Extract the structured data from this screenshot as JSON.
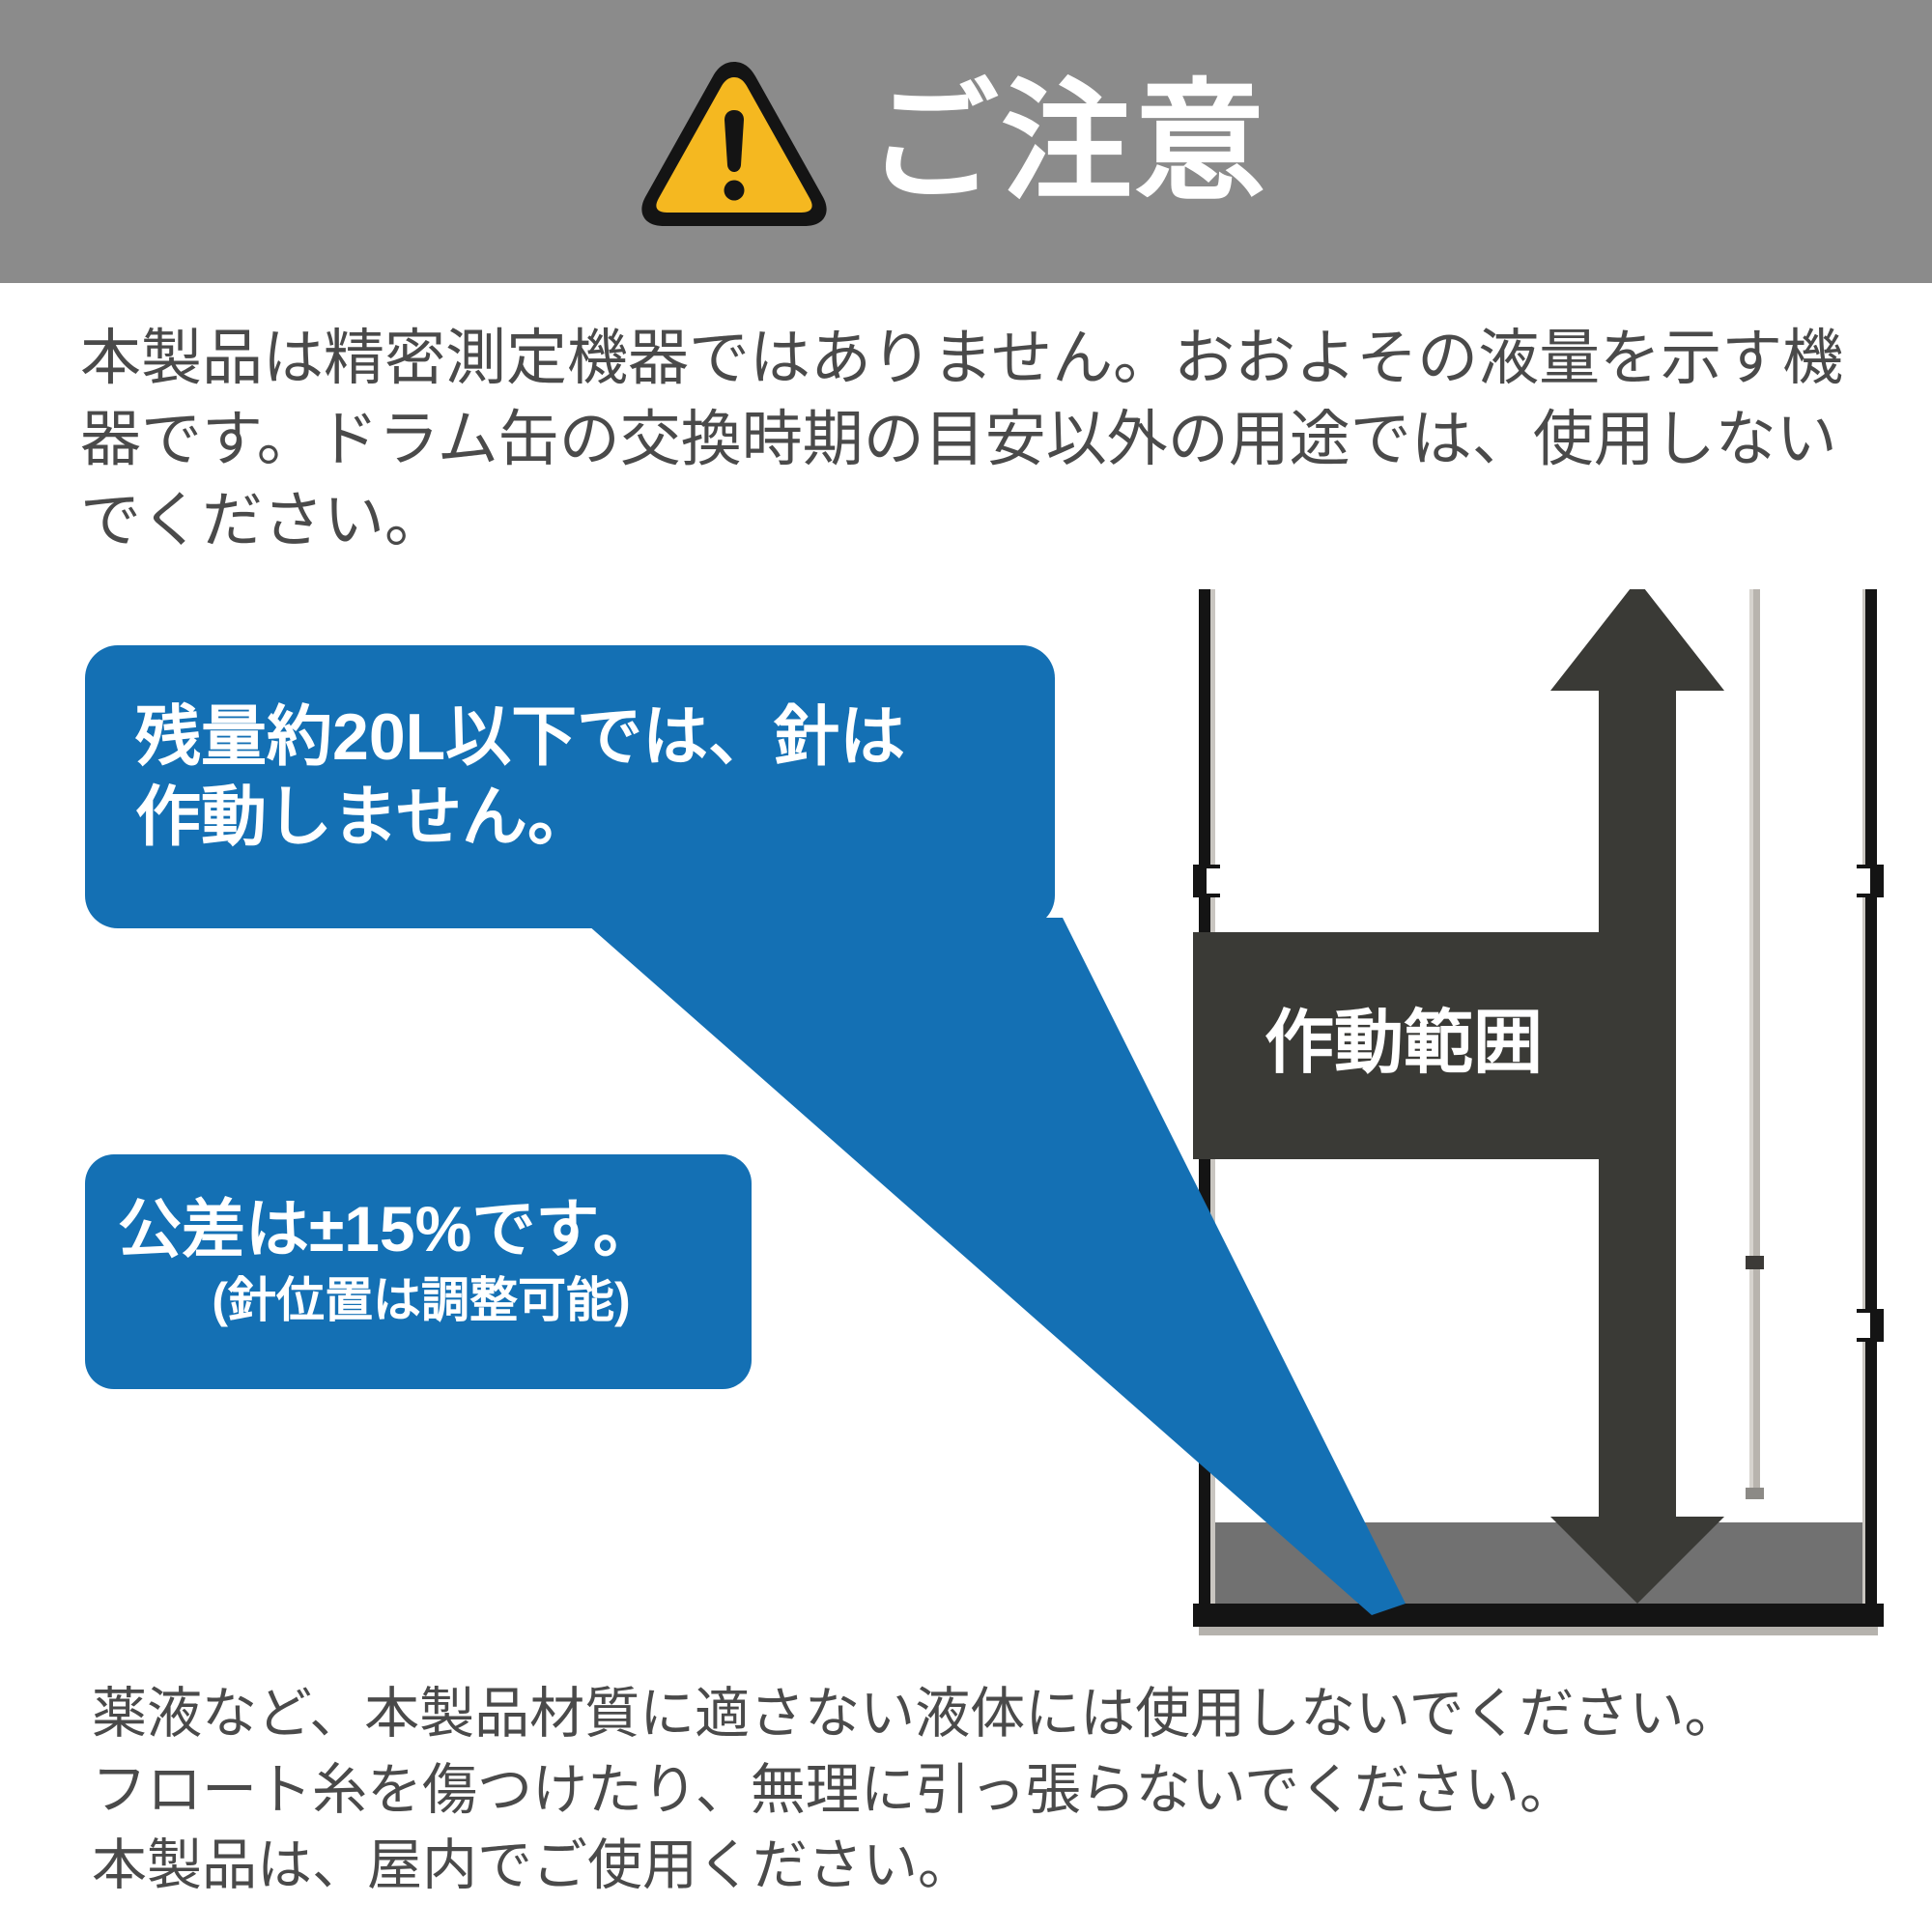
{
  "header": {
    "icon": "warning-triangle-icon",
    "title": "ご注意",
    "background_color": "#8B8B8B",
    "title_color": "#FFFFFF",
    "triangle_fill": "#F5B820",
    "triangle_stroke": "#141414"
  },
  "intro": {
    "text": "本製品は精密測定機器ではありません。おおよその液量を示す機器です。ドラム缶の交換時期の目安以外の用途では、使用しないでください。",
    "color": "#4A4A4A"
  },
  "callouts": {
    "accent_color": "#1470B4",
    "text_color": "#FFFFFF",
    "callout_1": {
      "line_1": "残量約20L以下では、針は",
      "line_2": "作動しません。"
    },
    "callout_2": {
      "main": "公差は±15%です。",
      "sub": "(針位置は調整可能)"
    }
  },
  "illustration": {
    "name": "drum-can-with-level-gauge",
    "range_label": "作動範囲",
    "range_label_color": "#FFFFFF",
    "arrow_color": "#3A3A36",
    "drum_outline_color": "#141414",
    "liquid_color": "#717171",
    "gauge_rod_color": "#B8B4AE",
    "gauge_head": "diamond-gauge-icon"
  },
  "footer": {
    "line_1": "薬液など、本製品材質に適さない液体には使用しないでください。",
    "line_2": "フロート糸を傷つけたり、無理に引っ張らないでください。",
    "line_3": "本製品は、屋内でご使用ください。",
    "color": "#4A4A4A"
  }
}
